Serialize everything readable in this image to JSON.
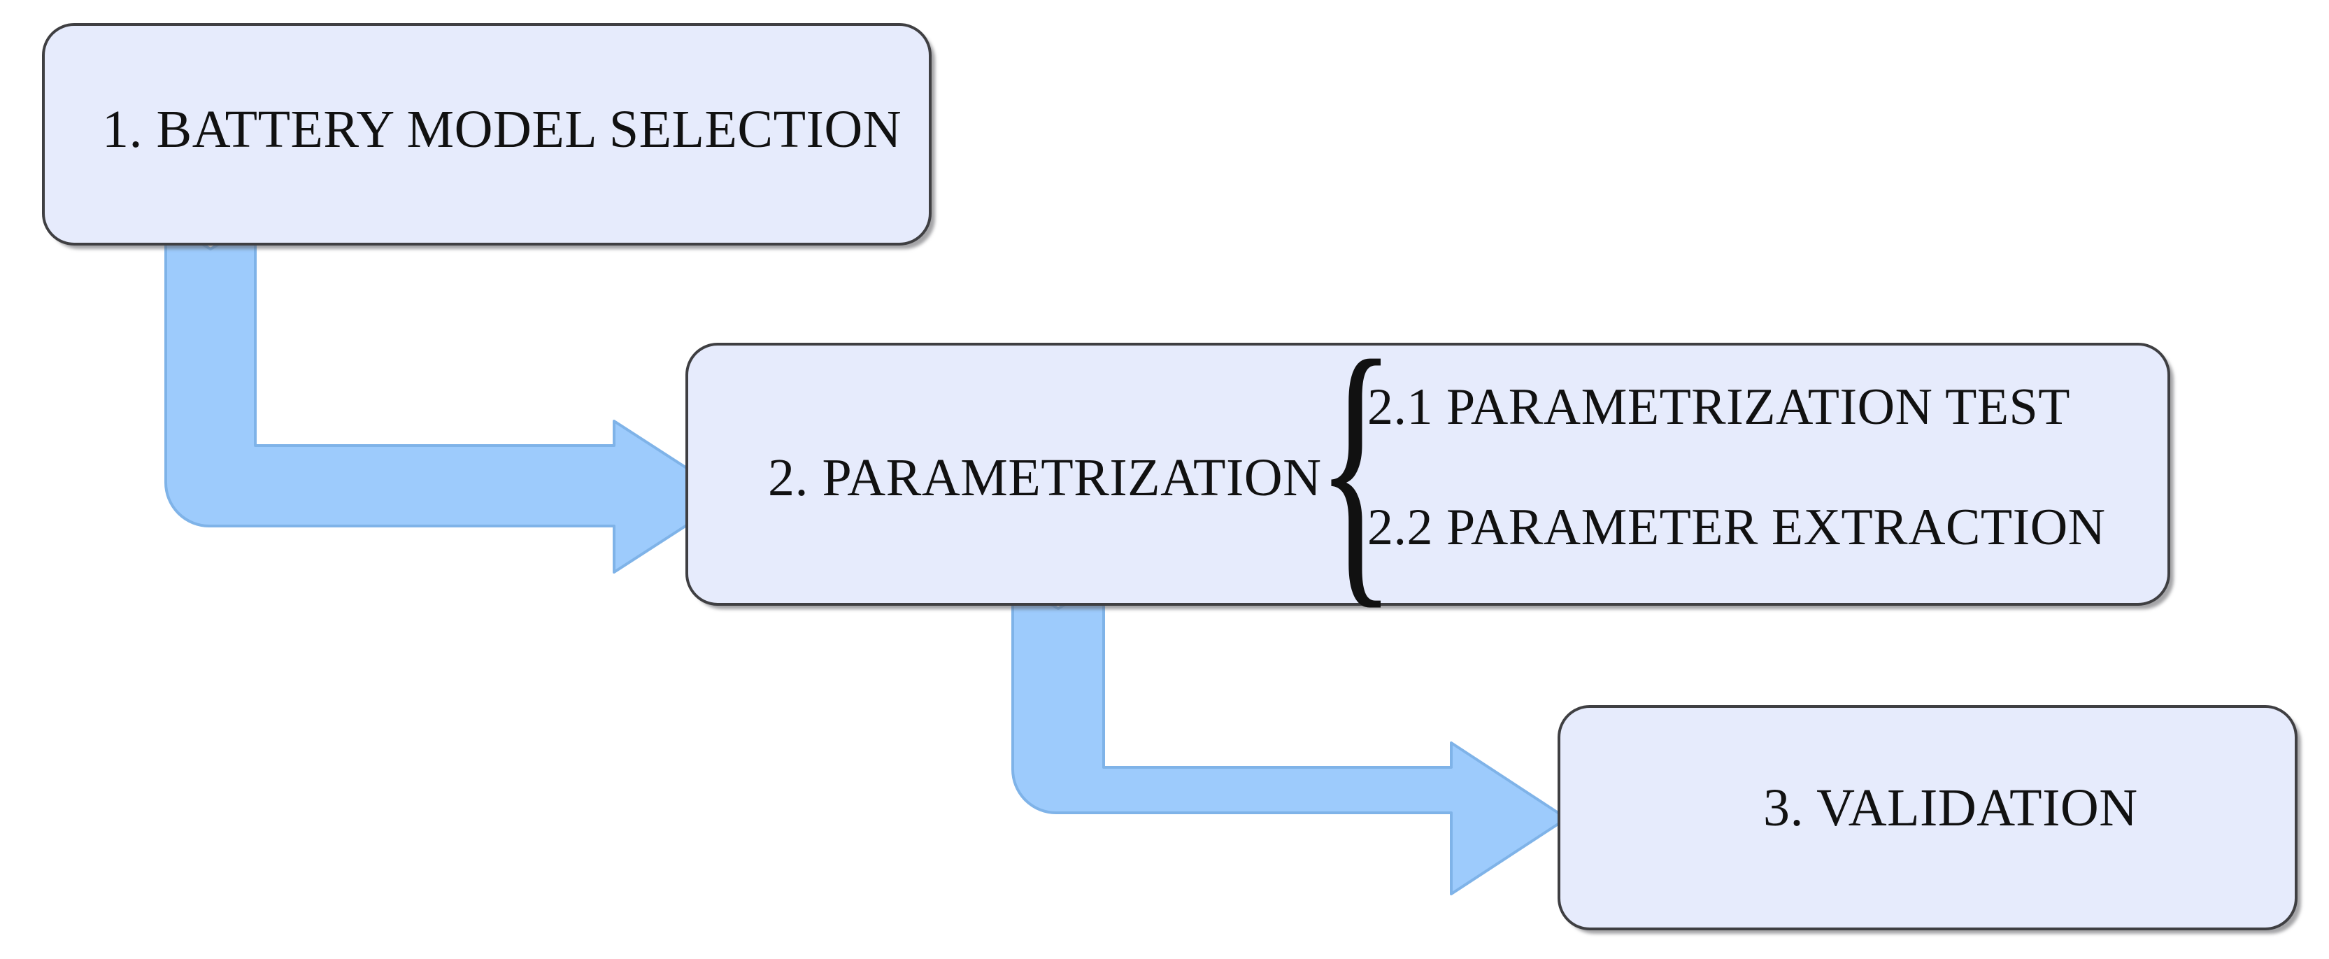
{
  "diagram": {
    "type": "process-flow",
    "orientation": "cascading-left-to-right",
    "background_color": "#ffffff",
    "box_fill_color": "#e6ebfc",
    "box_border_color": "#3f3f42",
    "arrow_fill_color": "#9dcbfc",
    "arrow_stroke_color": "#7fb3e8",
    "text_color": "#111111",
    "stages": [
      {
        "id": "stage-1",
        "label": "1. BATTERY MODEL SELECTION",
        "substeps": []
      },
      {
        "id": "stage-2",
        "label": "2. PARAMETRIZATION",
        "brace": "{",
        "substeps": [
          {
            "id": "substep-2-1",
            "label": "2.1 PARAMETRIZATION TEST"
          },
          {
            "id": "substep-2-2",
            "label": "2.2 PARAMETER EXTRACTION"
          }
        ]
      },
      {
        "id": "stage-3",
        "label": "3. VALIDATION",
        "substeps": []
      }
    ],
    "connectors": [
      {
        "id": "connector-1",
        "name": "bent-arrow-stage1-to-stage2",
        "from": "stage-1",
        "to": "stage-2",
        "shape": "bent-arrow-down-then-right",
        "tail": "notched"
      },
      {
        "id": "connector-2",
        "name": "bent-arrow-stage2-to-stage3",
        "from": "stage-2",
        "to": "stage-3",
        "shape": "bent-arrow-down-then-right",
        "tail": "notched"
      }
    ]
  }
}
